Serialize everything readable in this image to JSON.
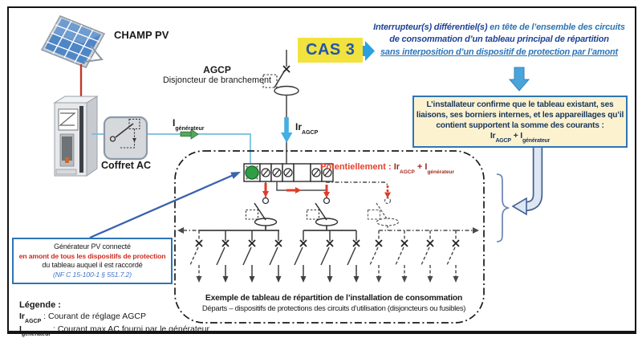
{
  "cas_badge": "CAS 3",
  "labels": {
    "champ_pv": "CHAMP PV",
    "agcp_title": "AGCP",
    "agcp_subtitle": "Disjoncteur de branchement",
    "coffret": "Coffret AC",
    "i_generateur_main": "I",
    "i_generateur_sub": "générateur",
    "ir_agcp_main": "Ir",
    "ir_agcp_sub": "AGCP"
  },
  "headline": {
    "line1_em": "Interrupteur(s) différentiel(s)",
    "line1_rest": " en tête de l’ensemble des circuits",
    "line2": "de consommation d’un tableau principal de répartition",
    "line3": "sans interposition d’un dispositif de protection par l’amont"
  },
  "installer_box": {
    "line1": "L’installateur confirme que le tableau existant, ses",
    "line2": "liaisons, ses borniers internes, et les appareillages qu’il",
    "line3": "contient supportent la somme des courants :",
    "f_ir": "Ir",
    "f_ir_sub": "AGCP",
    "f_plus": "+",
    "f_i": "I",
    "f_i_sub": "générateur"
  },
  "potential": {
    "label": "Potentiellement :",
    "ir": "Ir",
    "ir_sub": "AGCP",
    "plus": "+",
    "i": "I",
    "i_sub": "générateur"
  },
  "pv_note": {
    "line1": "Générateur PV connecté",
    "line2": "en amont de tous les dispositifs de protection",
    "line3": "du tableau auquel il est raccordé",
    "line4": "(NF C 15-100-1 § 551.7.2)"
  },
  "board_caption": {
    "line1": "Exemple de tableau de répartition de l’installation de consommation",
    "line2": "Départs – dispositifs de protections des circuits d’utilisation (disjoncteurs ou fusibles)"
  },
  "legend": {
    "title": "Légende :",
    "i1_sym": "Ir",
    "i1_sub": "AGCP",
    "i1_text": ": Courant de réglage AGCP",
    "i2_sym": "I",
    "i2_sub": "générateur",
    "i2_text": ": Courant max AC fourni par le générateur"
  },
  "colors": {
    "accent_blue": "#2e75b6",
    "navy_text": "#1f4396",
    "cas_yellow": "#f2e23e",
    "note_cream": "#fdf2d0",
    "alert_red": "#e8402c",
    "formula_red": "#a12a20",
    "pv_wire_red": "#c0392b",
    "ac_wire_blue": "#74bedd",
    "current_green": "#57a85f",
    "current_blue": "#45aee2",
    "terminal_green": "#2f9e44",
    "wire_gray": "#4d4d4d"
  }
}
